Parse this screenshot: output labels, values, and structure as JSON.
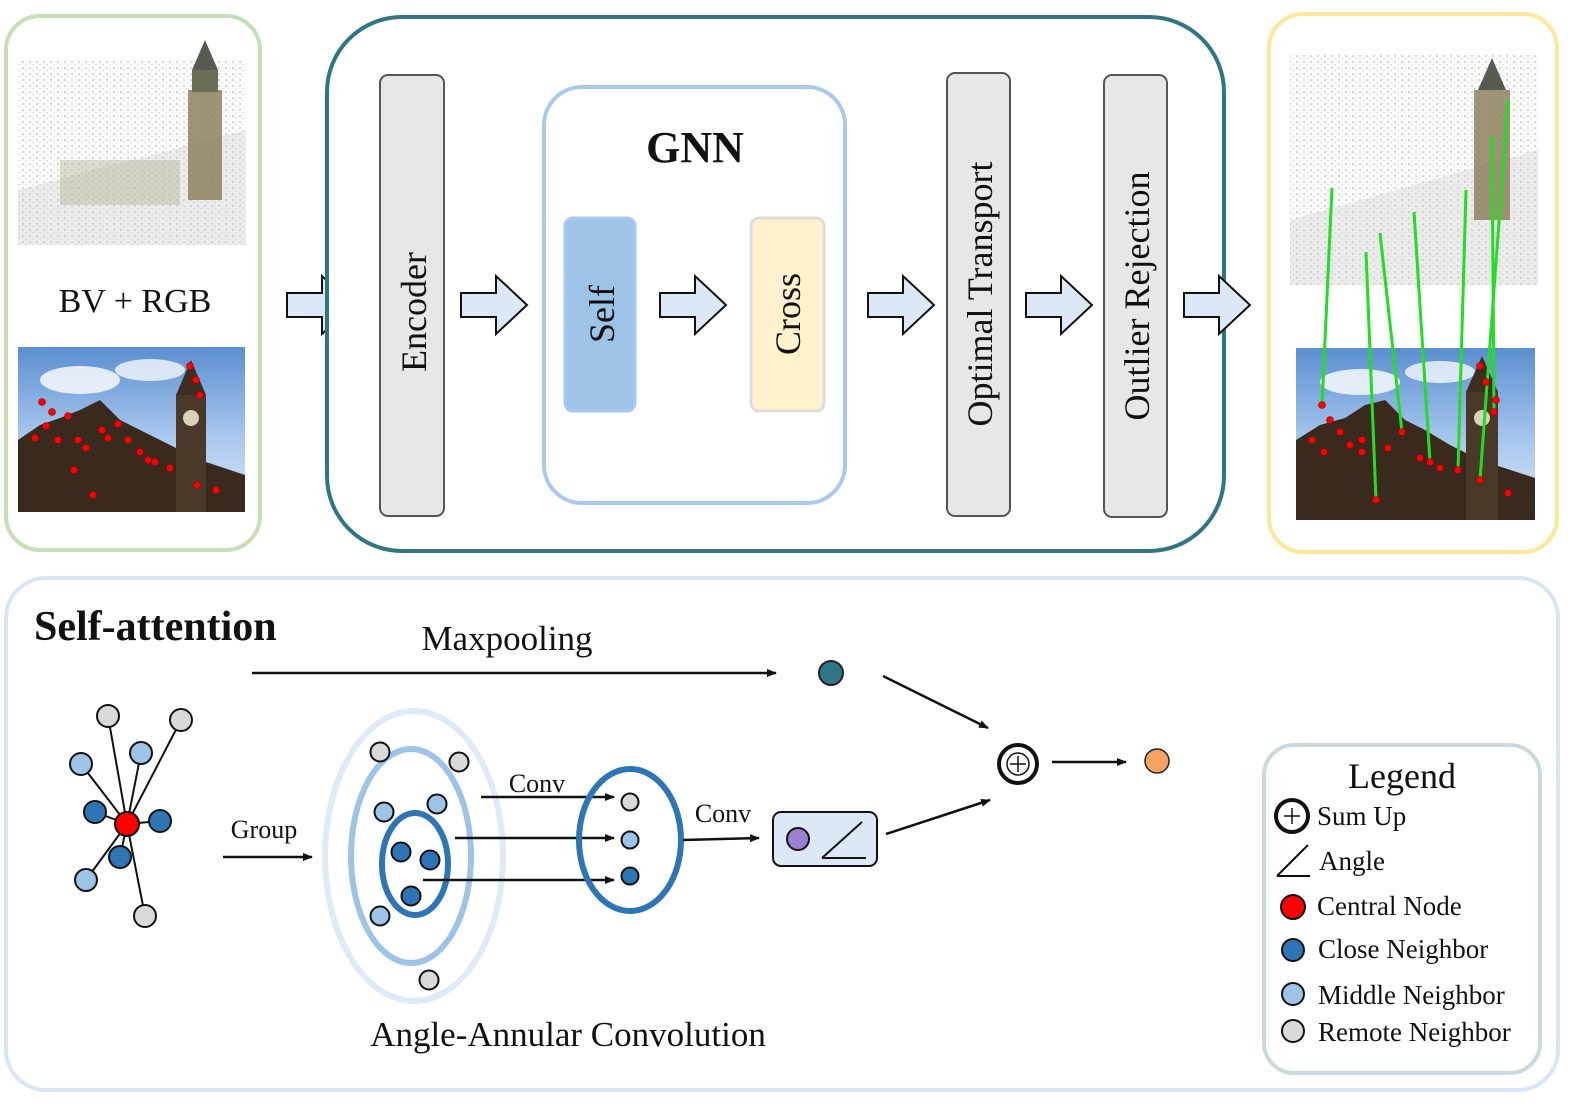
{
  "input_panel": {
    "label": "BV + RGB"
  },
  "pipeline": {
    "encoder": "Encoder",
    "gnn": {
      "title": "GNN",
      "self": "Self",
      "cross": "Cross"
    },
    "optimal_transport": "Optimal Transport",
    "outlier_rejection": "Outlier Rejection"
  },
  "self_attention": {
    "title": "Self-attention",
    "maxpooling": "Maxpooling",
    "group": "Group",
    "conv1": "Conv",
    "conv2": "Conv",
    "caption": "Angle-Annular Convolution"
  },
  "legend": {
    "title": "Legend",
    "items": [
      {
        "icon": "sum-icon",
        "label": "Sum Up"
      },
      {
        "icon": "angle-icon",
        "label": "Angle"
      },
      {
        "icon": "central-node-icon",
        "label": "Central Node",
        "color": "#ff0000"
      },
      {
        "icon": "close-neighbor-icon",
        "label": "Close Neighbor",
        "color": "#2e75b6"
      },
      {
        "icon": "middle-neighbor-icon",
        "label": "Middle Neighbor",
        "color": "#9dc3e6"
      },
      {
        "icon": "remote-neighbor-icon",
        "label": "Remote Neighbor",
        "color": "#d9d9d9"
      }
    ]
  },
  "colors": {
    "input_border": "#c5e0b4",
    "pipeline_border": "#2e7585",
    "gnn_border": "#a9c8ef",
    "self_fill": "#9dc3e6",
    "cross_fill": "#fff2cc",
    "output_border": "#ffe699",
    "attention_border": "#d6e6f5",
    "legend_border": "#c8dadf",
    "match_line": "#22dd22",
    "keypoint": "#ff0000",
    "maxpool_node": "#2e7585",
    "output_node": "#f4a460",
    "angle_node": "#9b7fd1"
  }
}
